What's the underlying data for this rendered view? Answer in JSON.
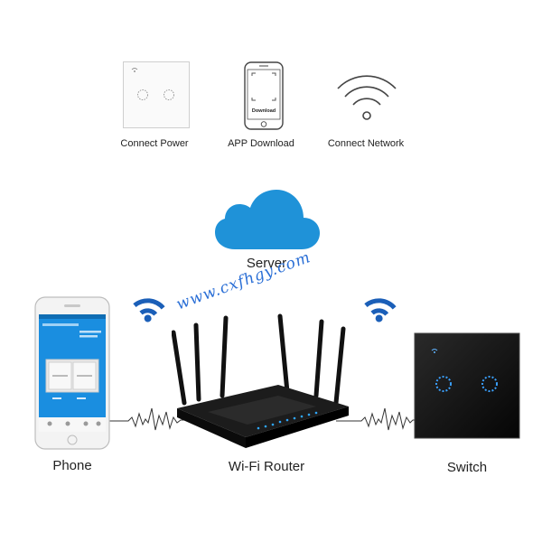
{
  "steps": {
    "connect_power": "Connect Power",
    "app_download": "APP Download",
    "connect_network": "Connect Network",
    "phone_screen_word": "Download"
  },
  "nodes": {
    "server": "Server",
    "phone": "Phone",
    "router": "Wi-Fi Router",
    "switch": "Switch"
  },
  "watermark": "www.cxfhgy.com",
  "colors": {
    "cloud": "#1f92d8",
    "phone_screen": "#1a8ee0",
    "touch_ring": "#3aa0ff",
    "switch_panel": "#0d0d0d",
    "router_body": "#151515",
    "signal": "#1b5fb8"
  }
}
